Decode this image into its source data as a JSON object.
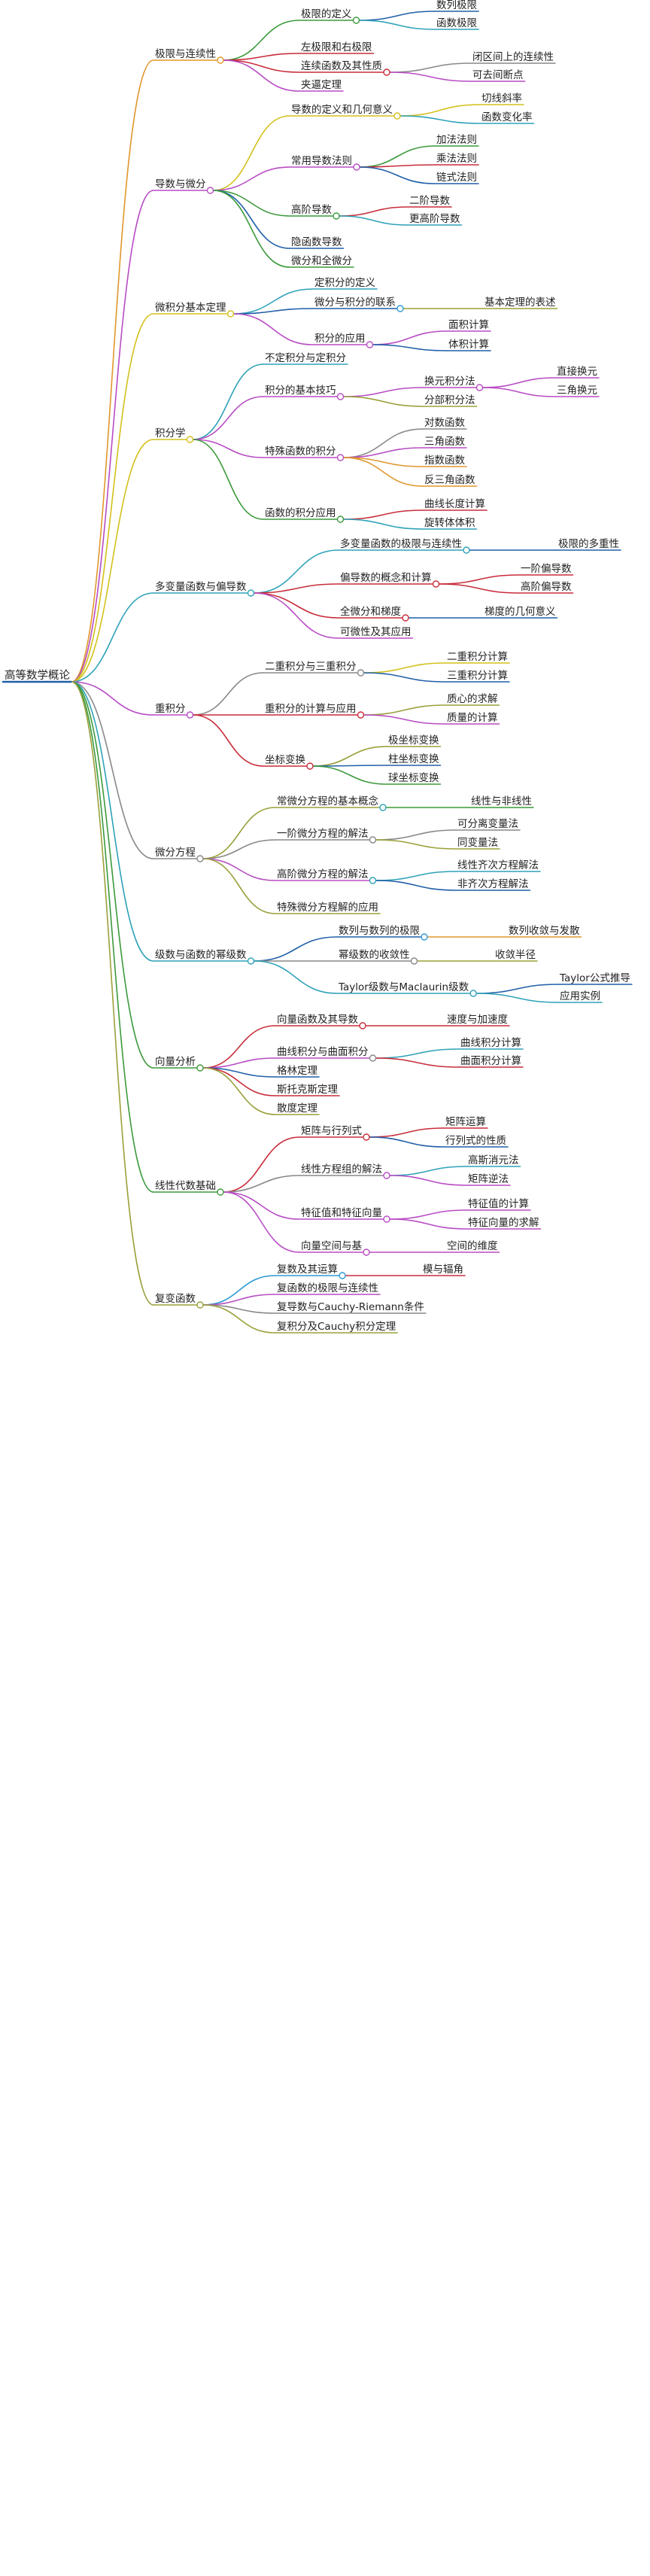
{
  "colors": {
    "background": "#ffffff",
    "text": "#222222",
    "palette": [
      "#1f5fa8",
      "#e0972c",
      "#b84cc4",
      "#d4c01c",
      "#2ea2b8",
      "#3c9a3c",
      "#c72d3b",
      "#888888",
      "#2e9ad4",
      "#9aa03a"
    ]
  },
  "root": {
    "label": "高等数学概论",
    "children": [
      {
        "label": "极限与连续性",
        "children": [
          {
            "label": "极限的定义",
            "children": [
              {
                "label": "数列极限"
              },
              {
                "label": "函数极限"
              }
            ]
          },
          {
            "label": "左极限和右极限"
          },
          {
            "label": "连续函数及其性质",
            "children": [
              {
                "label": "闭区间上的连续性"
              },
              {
                "label": "可去间断点"
              }
            ]
          },
          {
            "label": "夹逼定理"
          }
        ]
      },
      {
        "label": "导数与微分",
        "children": [
          {
            "label": "导数的定义和几何意义",
            "children": [
              {
                "label": "切线斜率"
              },
              {
                "label": "函数变化率"
              }
            ]
          },
          {
            "label": "常用导数法则",
            "children": [
              {
                "label": "加法法则"
              },
              {
                "label": "乘法法则"
              },
              {
                "label": "链式法则"
              }
            ]
          },
          {
            "label": "高阶导数",
            "children": [
              {
                "label": "二阶导数"
              },
              {
                "label": "更高阶导数"
              }
            ]
          },
          {
            "label": "隐函数导数"
          },
          {
            "label": "微分和全微分"
          }
        ]
      },
      {
        "label": "微积分基本定理",
        "children": [
          {
            "label": "定积分的定义"
          },
          {
            "label": "微分与积分的联系",
            "children": [
              {
                "label": "基本定理的表述"
              }
            ]
          },
          {
            "label": "积分的应用",
            "children": [
              {
                "label": "面积计算"
              },
              {
                "label": "体积计算"
              }
            ]
          }
        ]
      },
      {
        "label": "积分学",
        "children": [
          {
            "label": "不定积分与定积分"
          },
          {
            "label": "积分的基本技巧",
            "children": [
              {
                "label": "换元积分法",
                "children": [
                  {
                    "label": "直接换元"
                  },
                  {
                    "label": "三角换元"
                  }
                ]
              },
              {
                "label": "分部积分法"
              }
            ]
          },
          {
            "label": "特殊函数的积分",
            "children": [
              {
                "label": "对数函数"
              },
              {
                "label": "三角函数"
              },
              {
                "label": "指数函数"
              },
              {
                "label": "反三角函数"
              }
            ]
          },
          {
            "label": "函数的积分应用",
            "children": [
              {
                "label": "曲线长度计算"
              },
              {
                "label": "旋转体体积"
              }
            ]
          }
        ]
      },
      {
        "label": "多变量函数与偏导数",
        "children": [
          {
            "label": "多变量函数的极限与连续性",
            "children": [
              {
                "label": "极限的多重性"
              }
            ]
          },
          {
            "label": "偏导数的概念和计算",
            "children": [
              {
                "label": "一阶偏导数"
              },
              {
                "label": "高阶偏导数"
              }
            ]
          },
          {
            "label": "全微分和梯度",
            "children": [
              {
                "label": "梯度的几何意义"
              }
            ]
          },
          {
            "label": "可微性及其应用"
          }
        ]
      },
      {
        "label": "重积分",
        "children": [
          {
            "label": "二重积分与三重积分",
            "children": [
              {
                "label": "二重积分计算"
              },
              {
                "label": "三重积分计算"
              }
            ]
          },
          {
            "label": "重积分的计算与应用",
            "children": [
              {
                "label": "质心的求解"
              },
              {
                "label": "质量的计算"
              }
            ]
          },
          {
            "label": "坐标变换",
            "children": [
              {
                "label": "极坐标变换"
              },
              {
                "label": "柱坐标变换"
              },
              {
                "label": "球坐标变换"
              }
            ]
          }
        ]
      },
      {
        "label": "微分方程",
        "children": [
          {
            "label": "常微分方程的基本概念",
            "children": [
              {
                "label": "线性与非线性"
              }
            ]
          },
          {
            "label": "一阶微分方程的解法",
            "children": [
              {
                "label": "可分离变量法"
              },
              {
                "label": "同变量法"
              }
            ]
          },
          {
            "label": "高阶微分方程的解法",
            "children": [
              {
                "label": "线性齐次方程解法"
              },
              {
                "label": "非齐次方程解法"
              }
            ]
          },
          {
            "label": "特殊微分方程解的应用"
          }
        ]
      },
      {
        "label": "级数与函数的幂级数",
        "children": [
          {
            "label": "数列与数列的极限",
            "children": [
              {
                "label": "数列收敛与发散"
              }
            ]
          },
          {
            "label": "幂级数的收敛性",
            "children": [
              {
                "label": "收敛半径"
              }
            ]
          },
          {
            "label": "Taylor级数与Maclaurin级数",
            "children": [
              {
                "label": "Taylor公式推导"
              },
              {
                "label": "应用实例"
              }
            ]
          }
        ]
      },
      {
        "label": "向量分析",
        "children": [
          {
            "label": "向量函数及其导数",
            "children": [
              {
                "label": "速度与加速度"
              }
            ]
          },
          {
            "label": "曲线积分与曲面积分",
            "children": [
              {
                "label": "曲线积分计算"
              },
              {
                "label": "曲面积分计算"
              }
            ]
          },
          {
            "label": "格林定理"
          },
          {
            "label": "斯托克斯定理"
          },
          {
            "label": "散度定理"
          }
        ]
      },
      {
        "label": "线性代数基础",
        "children": [
          {
            "label": "矩阵与行列式",
            "children": [
              {
                "label": "矩阵运算"
              },
              {
                "label": "行列式的性质"
              }
            ]
          },
          {
            "label": "线性方程组的解法",
            "children": [
              {
                "label": "高斯消元法"
              },
              {
                "label": "矩阵逆法"
              }
            ]
          },
          {
            "label": "特征值和特征向量",
            "children": [
              {
                "label": "特征值的计算"
              },
              {
                "label": "特征向量的求解"
              }
            ]
          },
          {
            "label": "向量空间与基",
            "children": [
              {
                "label": "空间的维度"
              }
            ]
          }
        ]
      },
      {
        "label": "复变函数",
        "children": [
          {
            "label": "复数及其运算",
            "children": [
              {
                "label": "模与辐角"
              }
            ]
          },
          {
            "label": "复函数的极限与连续性"
          },
          {
            "label": "复导数与Cauchy-Riemann条件"
          },
          {
            "label": "复积分及Cauchy积分定理"
          }
        ]
      }
    ]
  }
}
